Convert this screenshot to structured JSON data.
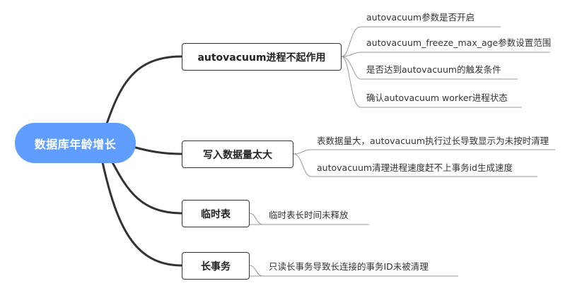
{
  "root": {
    "label": "数据库年龄增长"
  },
  "branches": [
    {
      "label": "autovacuum进程不起作用",
      "leaves": [
        "autovacuum参数是否开启",
        "autovacuum_freeze_max_age参数设置范围",
        "是否达到autovacuum的触发条件",
        "确认autovacuum worker进程状态"
      ]
    },
    {
      "label": "写入数据量太大",
      "leaves": [
        "表数据量大，autovacuum执行过长导致显示为未按时清理",
        "autovacuum清理进程速度赶不上事务id生成速度"
      ]
    },
    {
      "label": "临时表",
      "leaves": [
        "临时表长时间未释放"
      ]
    },
    {
      "label": "长事务",
      "leaves": [
        "只读长事务导致长连接的事务ID未被清理"
      ]
    }
  ],
  "colors": {
    "root_fill": "#5f9eff",
    "root_text": "#ffffff",
    "line": "#333333",
    "leaf_line": "#999999"
  }
}
